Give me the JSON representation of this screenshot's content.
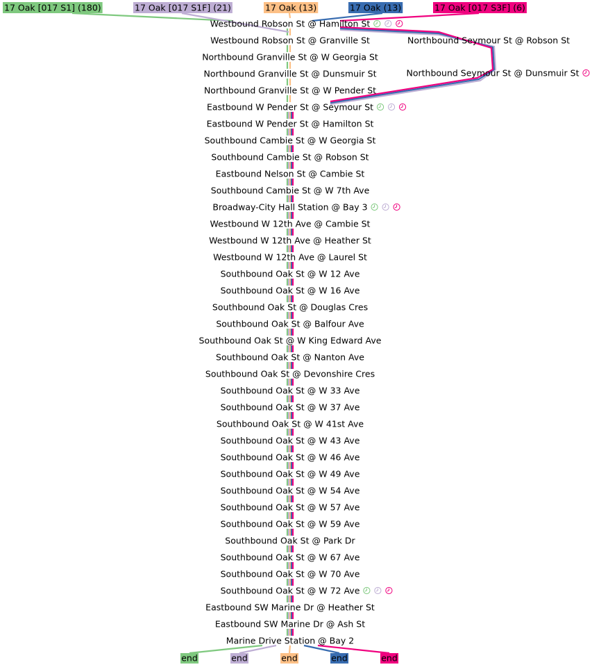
{
  "routes": [
    {
      "id": "s1",
      "label": "17 Oak [017 S1] (180)",
      "color": "#7fc97f"
    },
    {
      "id": "s1f",
      "label": "17 Oak [017 S1F] (21)",
      "color": "#beaed4"
    },
    {
      "id": "oak",
      "label": "17 Oak (13)",
      "color": "#fdc086"
    },
    {
      "id": "oak2",
      "label": "17 Oak (13)",
      "color": "#386cb0"
    },
    {
      "id": "s3f",
      "label": "17 Oak [017 S3F] (6)",
      "color": "#f0027f"
    }
  ],
  "end_label": "end",
  "timepoint_icon": "clock-icon",
  "stops": [
    {
      "name": "Westbound Robson St @ Hamilton St",
      "timepoints": [
        "s1",
        "s1f",
        "s3f"
      ]
    },
    {
      "name": "Westbound Robson St @ Granville St",
      "timepoints": []
    },
    {
      "name": "Northbound Granville St @ W Georgia St",
      "timepoints": []
    },
    {
      "name": "Northbound Granville St @ Dunsmuir St",
      "timepoints": []
    },
    {
      "name": "Northbound Granville St @ W Pender St",
      "timepoints": []
    },
    {
      "name": "Eastbound W Pender St @ Seymour St",
      "timepoints": [
        "s1",
        "s1f",
        "s3f"
      ]
    },
    {
      "name": "Eastbound W Pender St @ Hamilton St",
      "timepoints": []
    },
    {
      "name": "Southbound Cambie St @ W Georgia St",
      "timepoints": []
    },
    {
      "name": "Southbound Cambie St @ Robson St",
      "timepoints": []
    },
    {
      "name": "Eastbound Nelson St @ Cambie St",
      "timepoints": []
    },
    {
      "name": "Southbound Cambie St @ W 7th Ave",
      "timepoints": []
    },
    {
      "name": "Broadway-City Hall Station @ Bay 3",
      "timepoints": [
        "s1",
        "s1f",
        "s3f"
      ]
    },
    {
      "name": "Westbound W 12th Ave @ Cambie St",
      "timepoints": []
    },
    {
      "name": "Westbound W 12th Ave @ Heather St",
      "timepoints": []
    },
    {
      "name": "Westbound W 12th Ave @ Laurel St",
      "timepoints": []
    },
    {
      "name": "Southbound Oak St @ W 12 Ave",
      "timepoints": []
    },
    {
      "name": "Southbound Oak St @ W 16 Ave",
      "timepoints": []
    },
    {
      "name": "Southbound Oak St @ Douglas Cres",
      "timepoints": []
    },
    {
      "name": "Southbound Oak St @ Balfour Ave",
      "timepoints": []
    },
    {
      "name": "Southbound Oak St @ W King Edward Ave",
      "timepoints": []
    },
    {
      "name": "Southbound Oak St @ Nanton Ave",
      "timepoints": []
    },
    {
      "name": "Southbound Oak St @ Devonshire Cres",
      "timepoints": []
    },
    {
      "name": "Southbound Oak St @ W 33 Ave",
      "timepoints": []
    },
    {
      "name": "Southbound Oak St @ W 37 Ave",
      "timepoints": []
    },
    {
      "name": "Southbound Oak St @ W 41st Ave",
      "timepoints": []
    },
    {
      "name": "Southbound Oak St @ W 43 Ave",
      "timepoints": []
    },
    {
      "name": "Southbound Oak St @ W 46 Ave",
      "timepoints": []
    },
    {
      "name": "Southbound Oak St @ W 49 Ave",
      "timepoints": []
    },
    {
      "name": "Southbound Oak St @ W 54 Ave",
      "timepoints": []
    },
    {
      "name": "Southbound Oak St @ W 57 Ave",
      "timepoints": []
    },
    {
      "name": "Southbound Oak St @ W 59 Ave",
      "timepoints": []
    },
    {
      "name": "Southbound Oak St @ Park Dr",
      "timepoints": []
    },
    {
      "name": "Southbound Oak St @ W 67 Ave",
      "timepoints": []
    },
    {
      "name": "Southbound Oak St @ W 70 Ave",
      "timepoints": []
    },
    {
      "name": "Southbound Oak St @ W 72 Ave",
      "timepoints": [
        "s1",
        "s1f",
        "s3f"
      ]
    },
    {
      "name": "Eastbound SW Marine Dr @ Heather St",
      "timepoints": []
    },
    {
      "name": "Eastbound SW Marine Dr @ Ash St",
      "timepoints": []
    },
    {
      "name": "Marine Drive Station @ Bay 2",
      "timepoints": []
    }
  ],
  "branch_stops": [
    {
      "name": "Northbound Seymour St @ Robson St",
      "timepoints": []
    },
    {
      "name": "Northbound Seymour St @ Dunsmuir St",
      "timepoints": [
        "s3f"
      ]
    }
  ]
}
